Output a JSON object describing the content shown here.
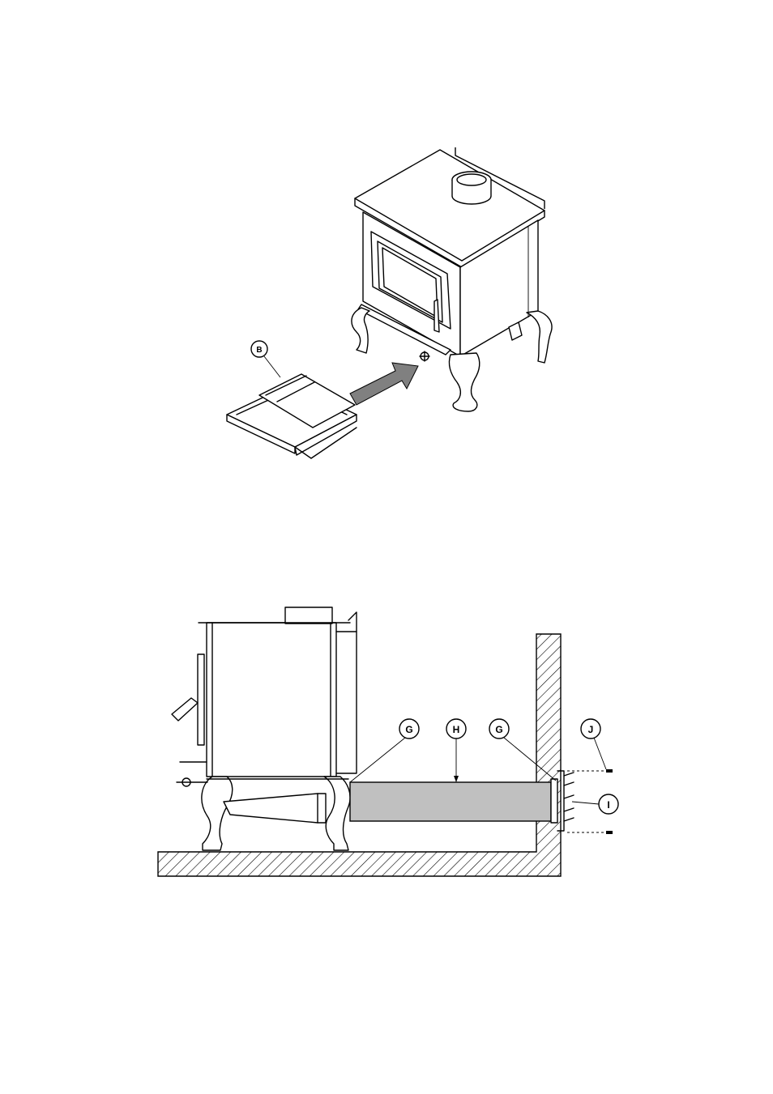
{
  "figure_top": {
    "callouts": [
      {
        "id": "B",
        "label": "B"
      }
    ]
  },
  "figure_bottom": {
    "callouts": [
      {
        "id": "G1",
        "label": "G"
      },
      {
        "id": "H",
        "label": "H"
      },
      {
        "id": "G2",
        "label": "G"
      },
      {
        "id": "J",
        "label": "J"
      },
      {
        "id": "I",
        "label": "I"
      }
    ]
  },
  "colors": {
    "line": "#000000",
    "duct_fill": "#c0c0c0",
    "arrow_fill": "#808080",
    "background": "#ffffff"
  }
}
